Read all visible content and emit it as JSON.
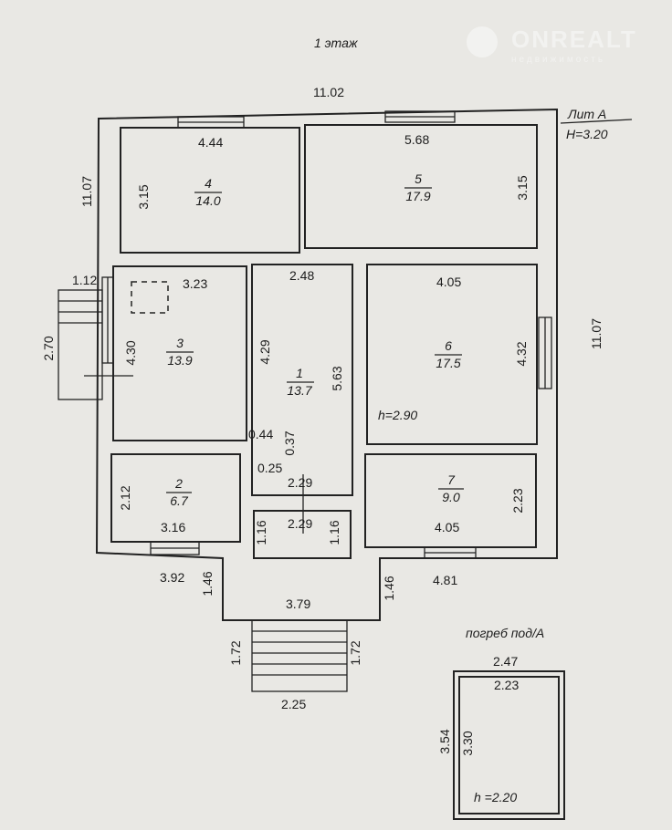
{
  "title": "1 этаж",
  "watermark": {
    "brand": "ONREALT",
    "subtitle": "недвижимость"
  },
  "lit": {
    "name": "Лит А",
    "height": "H=3.20"
  },
  "overall": {
    "width_top": "11.02",
    "height_left": "11.07",
    "height_right": "11.07",
    "bottom_left": "3.92",
    "bottom_right": "4.81"
  },
  "rooms": [
    {
      "num": "1",
      "area": "13.7",
      "dims": [
        "2.48",
        "4.29",
        "5.63",
        "2.29"
      ]
    },
    {
      "num": "2",
      "area": "6.7",
      "dims": [
        "2.12",
        "3.16"
      ]
    },
    {
      "num": "3",
      "area": "13.9",
      "dims": [
        "3.23",
        "4.30"
      ]
    },
    {
      "num": "4",
      "area": "14.0",
      "dims": [
        "4.44",
        "3.15"
      ]
    },
    {
      "num": "5",
      "area": "17.9",
      "dims": [
        "5.68",
        "3.15"
      ]
    },
    {
      "num": "6",
      "area": "17.5",
      "dims": [
        "4.05",
        "4.32"
      ],
      "height": "h=2.90"
    },
    {
      "num": "7",
      "area": "9.0",
      "dims": [
        "2.23",
        "4.05"
      ]
    }
  ],
  "misc_dims": {
    "porch_left_w": "1.12",
    "porch_left_h": "2.70",
    "step_044": "0.44",
    "step_037": "0.37",
    "step_025": "0.25",
    "vest_w": "2.29",
    "vest_l": "1.16",
    "vest_r": "1.16",
    "porch_l": "1.46",
    "porch_r": "1.46",
    "porch_w": "3.79",
    "stair_l": "1.72",
    "stair_r": "1.72",
    "stair_w": "2.25"
  },
  "cellar": {
    "label": "погреб под/А",
    "outer_w": "2.47",
    "inner_w": "2.23",
    "outer_h": "3.54",
    "inner_h": "3.30",
    "height": "h =2.20"
  }
}
